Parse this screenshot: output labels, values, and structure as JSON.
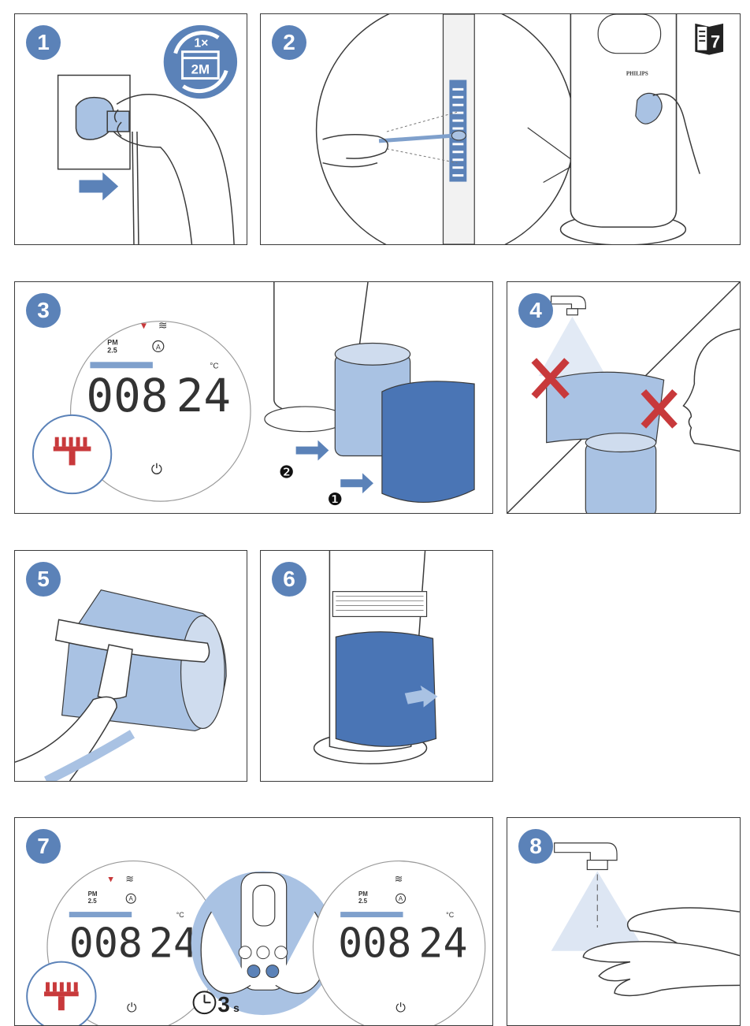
{
  "colors": {
    "accent_blue": "#5b82b8",
    "light_blue": "#a9c2e3",
    "filter_blue": "#4a75b5",
    "warning_red": "#c8393b",
    "line": "#3a3a3a"
  },
  "icons": [
    "book-icon",
    "calendar-repeat-icon",
    "brush-icon",
    "wifi-icon",
    "auto-mode-icon",
    "power-icon",
    "timer-icon",
    "cross-icon",
    "faucet-icon"
  ],
  "steps": [
    {
      "number": "1",
      "calendar_top": "1×",
      "calendar_bottom": "2M"
    },
    {
      "number": "2",
      "brand": "PHILIPS",
      "manual_ref": "7"
    },
    {
      "number": "3",
      "order_first": "❶",
      "order_second": "❷"
    },
    {
      "number": "4"
    },
    {
      "number": "5"
    },
    {
      "number": "6"
    },
    {
      "number": "7",
      "hold_seconds": "3",
      "hold_unit": "s"
    },
    {
      "number": "8"
    }
  ],
  "display": {
    "pm_label_top": "PM",
    "pm_label_bottom": "2.5",
    "value": "008",
    "temperature": "24",
    "unit": "°C",
    "auto": "A"
  }
}
